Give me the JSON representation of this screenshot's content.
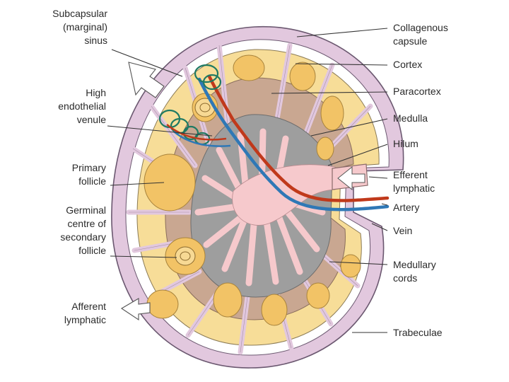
{
  "labels": {
    "subcapsular_sinus": [
      "Subcapsular",
      "(marginal)",
      "sinus"
    ],
    "high_endothelial_venule": [
      "High",
      "endothelial",
      "venule"
    ],
    "primary_follicle": [
      "Primary",
      "follicle"
    ],
    "germinal_centre": [
      "Germinal",
      "centre of",
      "secondary",
      "follicle"
    ],
    "afferent_lymphatic": [
      "Afferent",
      "lymphatic"
    ],
    "collagenous_capsule": [
      "Collagenous",
      "capsule"
    ],
    "cortex": [
      "Cortex"
    ],
    "paracortex": [
      "Paracortex"
    ],
    "medulla": [
      "Medulla"
    ],
    "hilum": [
      "Hilum"
    ],
    "efferent_lymphatic": [
      "Efferent",
      "lymphatic"
    ],
    "artery": [
      "Artery"
    ],
    "vein": [
      "Vein"
    ],
    "medullary_cords": [
      "Medullary",
      "cords"
    ],
    "trabeculae": [
      "Trabeculae"
    ]
  },
  "colors": {
    "capsule": "#e2c8de",
    "capsule_stroke": "#6b5870",
    "cortex": "#f7dd98",
    "follicle": "#f2c366",
    "paracortex": "#c9a791",
    "medulla_sinus": "#9e9e9e",
    "hilum": "#f6c9cc",
    "artery": "#c0391b",
    "vein": "#2f78b6",
    "hev": "#1f7a63"
  }
}
